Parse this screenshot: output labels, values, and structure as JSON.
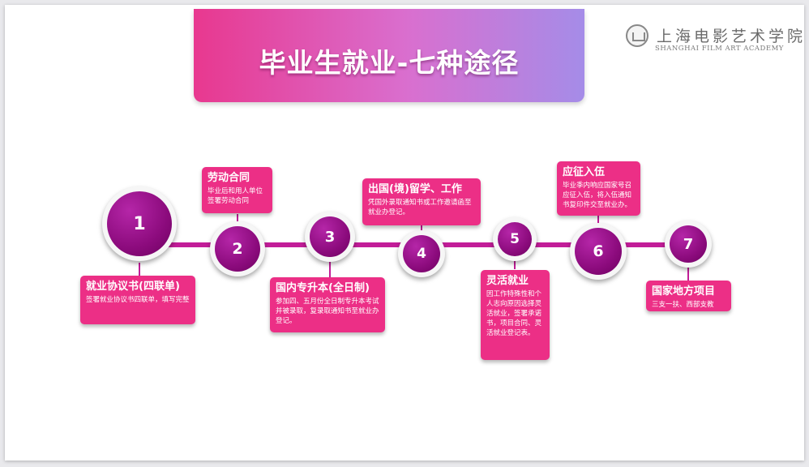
{
  "title": "毕业生就业-七种途径",
  "logo": {
    "name_cn": "上海电影艺术学院",
    "name_en": "SHANGHAI FILM ART ACADEMY",
    "icon": "academy-emblem-icon"
  },
  "colors": {
    "accent": "#ec2f86",
    "node": "#8c0b7d",
    "line": "#c21d98"
  },
  "steps": [
    {
      "num": "1",
      "title": "就业协议书(四联单)",
      "desc": "签署就业协议书四联单，填写完整"
    },
    {
      "num": "2",
      "title": "劳动合同",
      "desc": "毕业后和用人单位签署劳动合同"
    },
    {
      "num": "3",
      "title": "国内专升本(全日制)",
      "desc": "参加四、五月份全日制专升本考试并被录取，复录取通知书至就业办登记。"
    },
    {
      "num": "4",
      "title": "出国(境)留学、工作",
      "desc": "凭国外录取通知书或工作邀请函至就业办登记。"
    },
    {
      "num": "5",
      "title": "灵活就业",
      "desc": "因工作特殊性和个人志向原因选择灵活就业，签署承诺书，项目合同、灵活就业登记表。"
    },
    {
      "num": "6",
      "title": "应征入伍",
      "desc": "毕业季内响应国家号召应征入伍，将入伍通知书复印件交至就业办。"
    },
    {
      "num": "7",
      "title": "国家地方项目",
      "desc": "三支一扶、西部支教"
    }
  ]
}
